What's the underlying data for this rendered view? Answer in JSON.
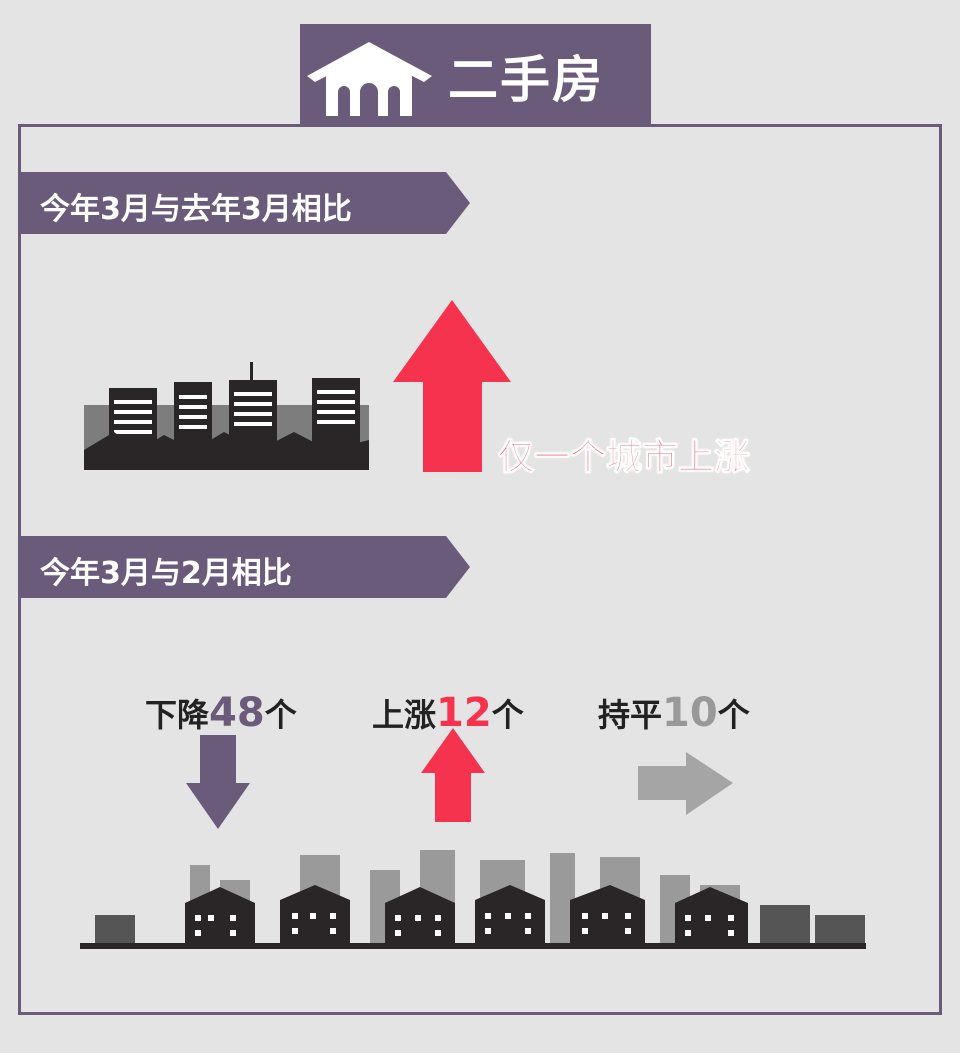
{
  "title": "二手房",
  "section1": {
    "banner": "今年3月与去年3月相比",
    "result": "仅一个城市上涨"
  },
  "section2": {
    "banner": "今年3月与2月相比",
    "down": {
      "label": "下降",
      "count": "48",
      "unit": "个"
    },
    "up": {
      "label": "上涨",
      "count": "12",
      "unit": "个"
    },
    "flat": {
      "label": "持平",
      "count": "10",
      "unit": "个"
    }
  },
  "colors": {
    "purple": "#6b5b7b",
    "red": "#f5334e",
    "gray": "#a5a5a5",
    "pink": "#f5667d"
  }
}
